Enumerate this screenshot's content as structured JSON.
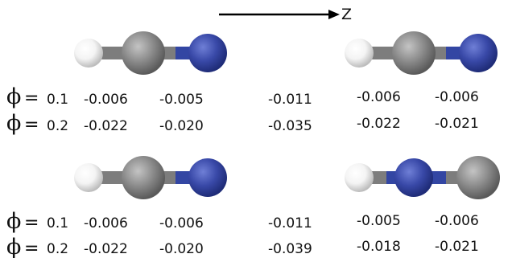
{
  "axis": {
    "label": "Z"
  },
  "phi": {
    "symbol": "ϕ",
    "equals": "="
  },
  "colors": {
    "hydrogen": "#f4f4f4",
    "carbon": "#8a8a8a",
    "nitrogen": "#3949a8",
    "bond_gray": "#7d7d7d",
    "bond_blue": "#3346a3"
  },
  "molecules": [
    {
      "name": "HCN",
      "atoms": [
        "H",
        "C",
        "N"
      ]
    },
    {
      "name": "HCN",
      "atoms": [
        "H",
        "C",
        "N"
      ]
    },
    {
      "name": "HCN",
      "atoms": [
        "H",
        "C",
        "N"
      ]
    },
    {
      "name": "HNC",
      "atoms": [
        "H",
        "N",
        "C"
      ]
    }
  ],
  "blocks": [
    {
      "rows": [
        {
          "phi_value": "0.1",
          "values": [
            "-0.006",
            "-0.005",
            "-0.011",
            "-0.006",
            "-0.006"
          ]
        },
        {
          "phi_value": "0.2",
          "values": [
            "-0.022",
            "-0.020",
            "-0.035",
            "-0.022",
            "-0.021"
          ]
        }
      ]
    },
    {
      "rows": [
        {
          "phi_value": "0.1",
          "values": [
            "-0.006",
            "-0.006",
            "-0.011",
            "-0.005",
            "-0.006"
          ]
        },
        {
          "phi_value": "0.2",
          "values": [
            "-0.022",
            "-0.020",
            "-0.039",
            "-0.018",
            "-0.021"
          ]
        }
      ]
    }
  ]
}
